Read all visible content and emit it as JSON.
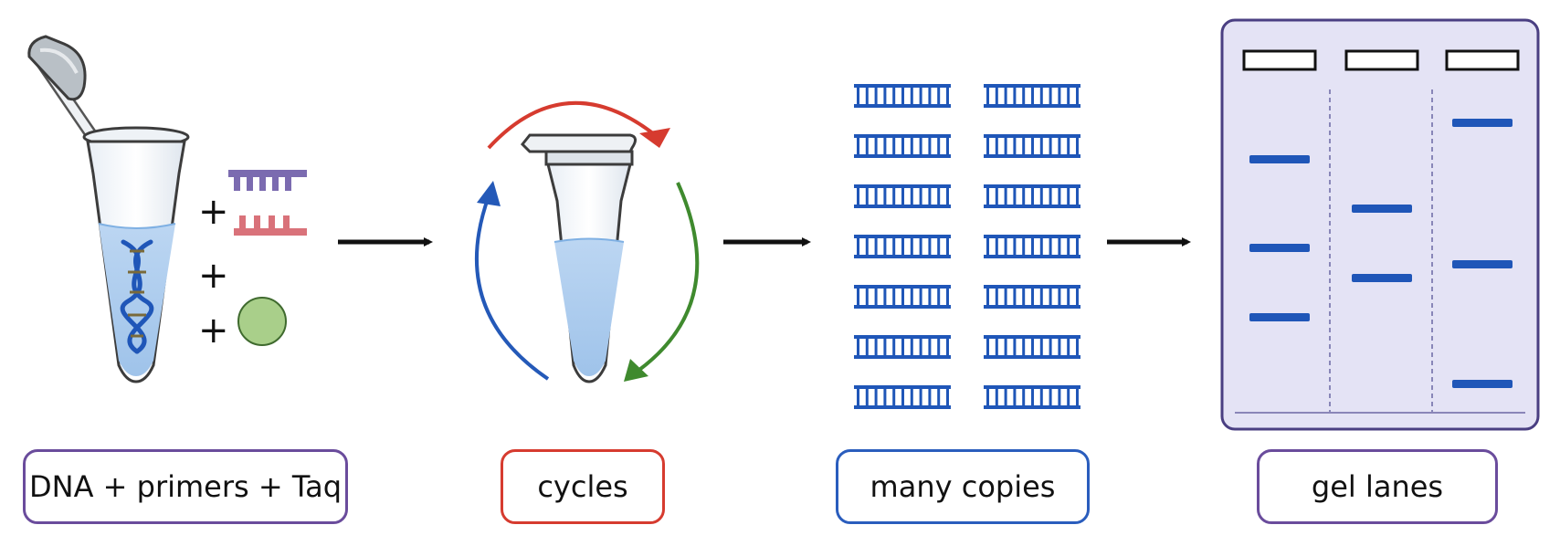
{
  "steps": [
    {
      "label": "DNA + primers + Taq",
      "border": "#6a4c9c"
    },
    {
      "label": "cycles",
      "border": "#d63b2f"
    },
    {
      "label": "many copies",
      "border": "#2a5dbd"
    },
    {
      "label": "gel lanes",
      "border": "#6a4c9c"
    }
  ],
  "mix_symbols": [
    "+",
    "+",
    "+"
  ],
  "colors": {
    "arrow": "#111111",
    "dna": "#1f56b8",
    "primer_forward": "#7b6bb0",
    "primer_reverse": "#d9727a",
    "taq": "#a9cf8a",
    "cycle_red": "#d63b2f",
    "cycle_green": "#3f8a2e",
    "cycle_blue": "#2459b8",
    "gel": "#e4e3f5",
    "gel_border": "#4a3f82",
    "band": "#1f56b8"
  },
  "icons": [
    "tube-open-icon",
    "dna-helix-icon",
    "primer-icon",
    "taq-polymerase-icon",
    "tube-closed-icon",
    "cycle-arrows-icon",
    "dna-copy-icon",
    "gel-icon"
  ],
  "gel": {
    "lanes": 3,
    "bands_per_lane": [
      3,
      2,
      3
    ]
  },
  "copies": {
    "columns": 2,
    "rows": 7
  }
}
